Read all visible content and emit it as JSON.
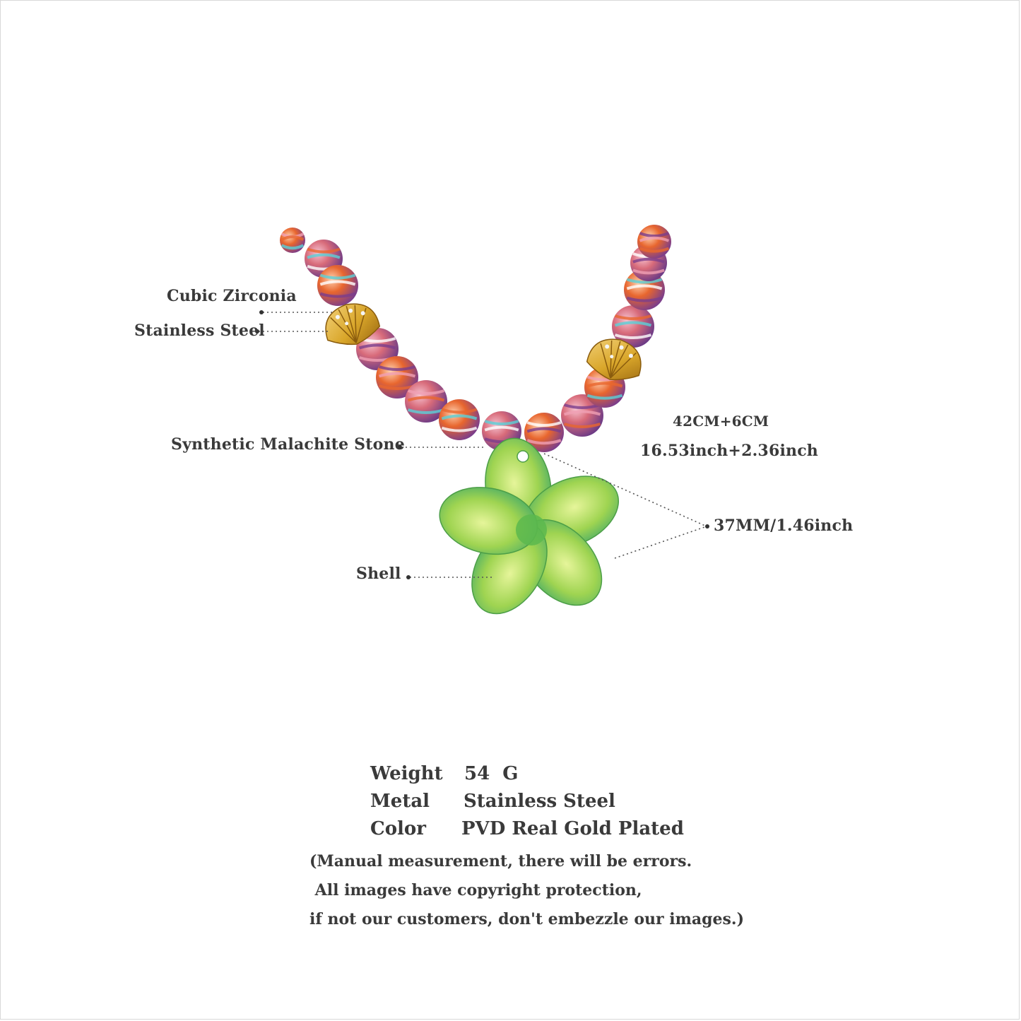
{
  "labels": {
    "cubic_zirconia": "Cubic Zirconia",
    "stainless_steel": "Stainless Steel",
    "malachite": "Synthetic Malachite Stone",
    "shell": "Shell",
    "length_cm": "42CM+6CM",
    "length_inch": "16.53inch+2.36inch",
    "pendant_size": "37MM/1.46inch"
  },
  "specs": [
    {
      "name": "Weight",
      "value": "54  G"
    },
    {
      "name": "Metal",
      "value": "Stainless Steel"
    },
    {
      "name": "Color",
      "value": "PVD Real Gold Plated"
    }
  ],
  "notes": [
    "(Manual measurement, there will be errors.",
    " All images have copyright protection,",
    "if not our customers, don't embezzle our images.)"
  ],
  "colors": {
    "bead_purple": "#7a3d8c",
    "bead_orange": "#e8662e",
    "bead_pink": "#f0a0b4",
    "gold": "#d9a62a",
    "shell_green": "#8ccc4a"
  }
}
